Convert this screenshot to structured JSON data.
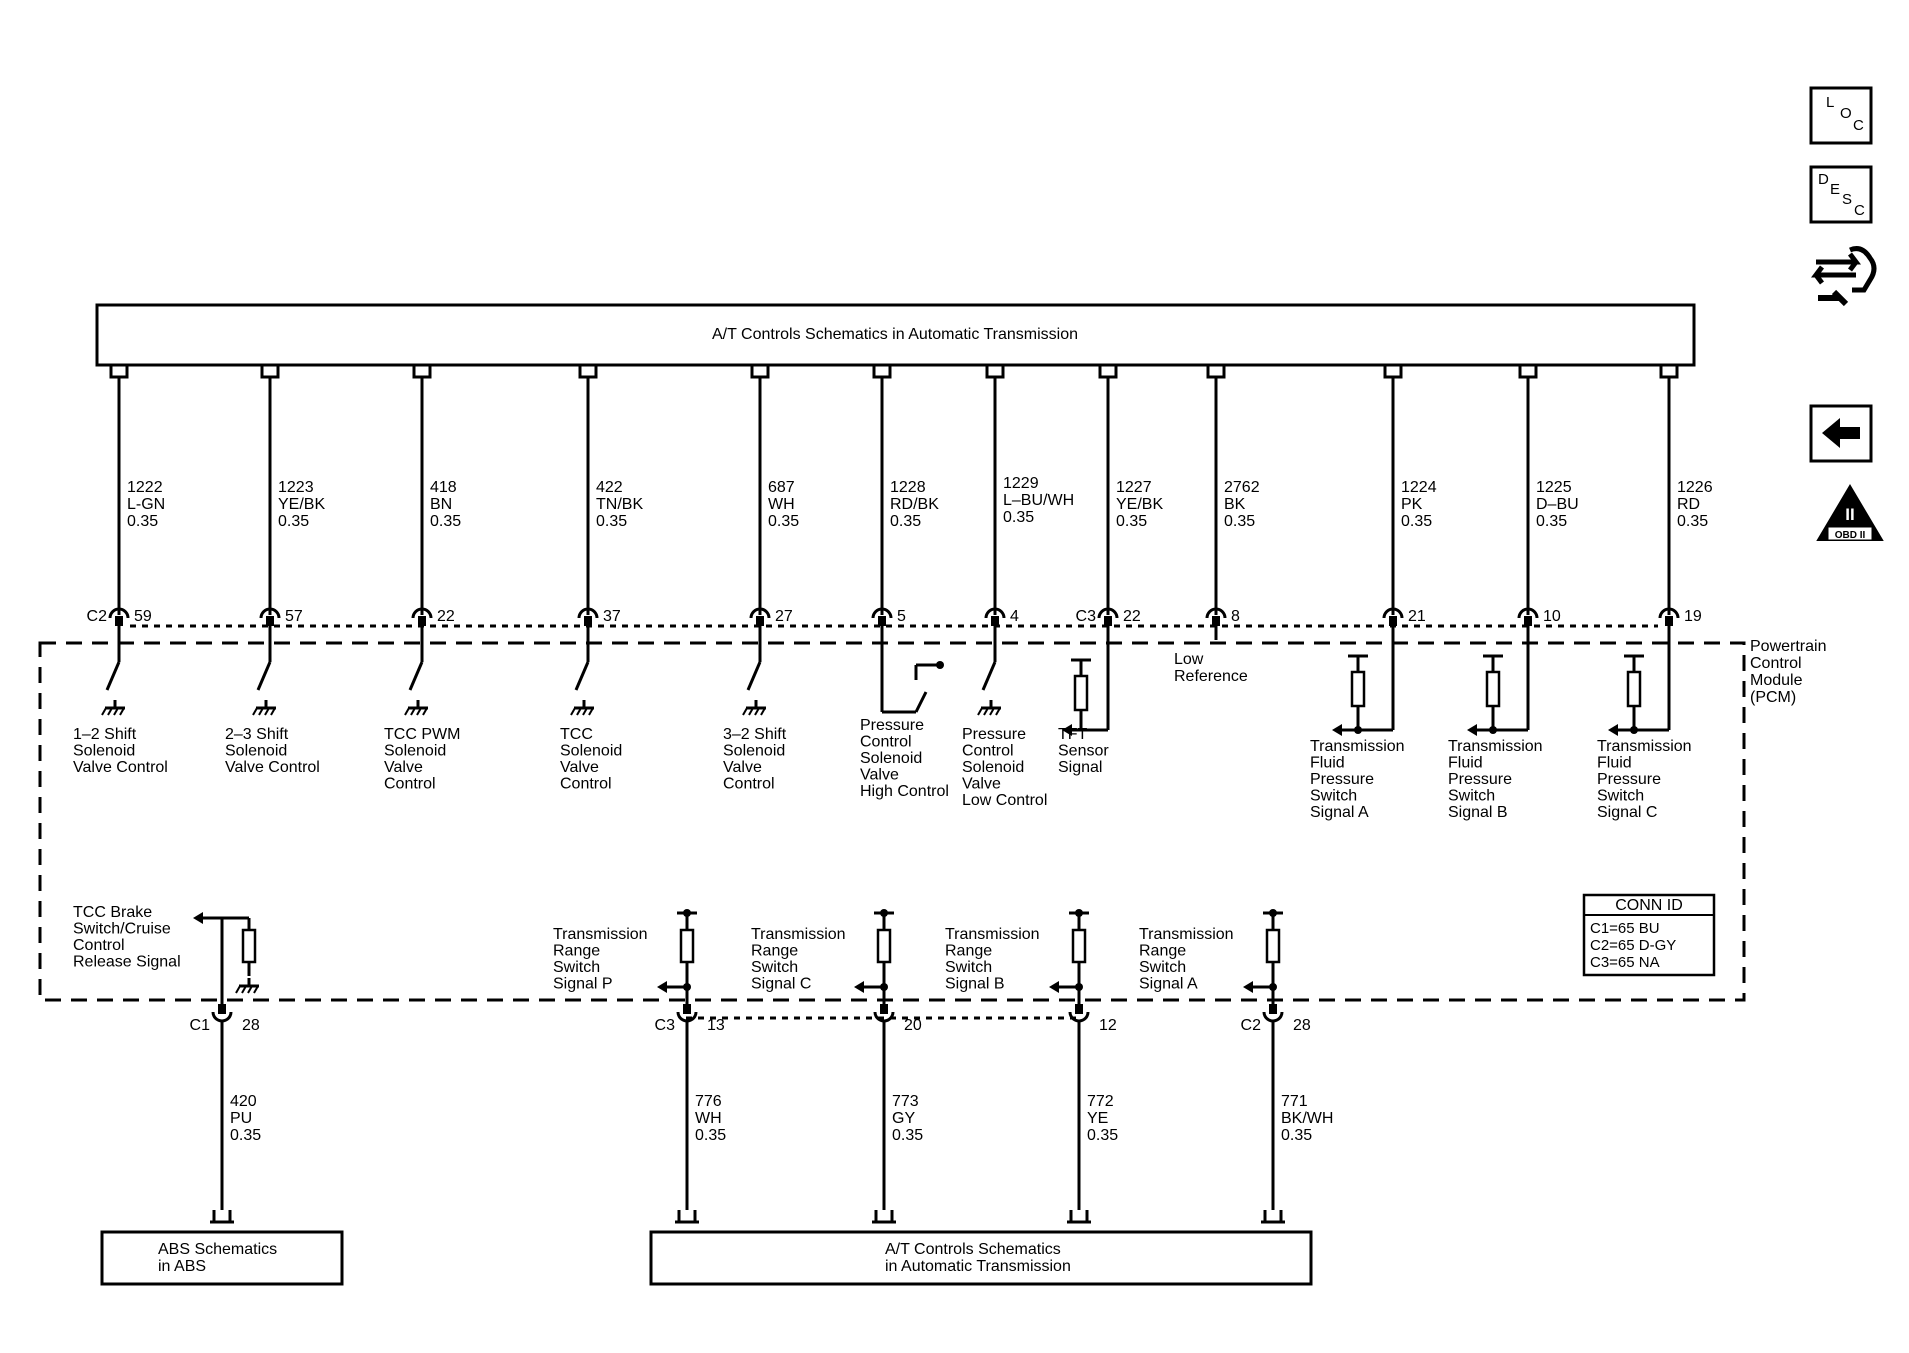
{
  "top_box": {
    "label": "A/T Controls Schematics in Automatic Transmission"
  },
  "bottom_abs": {
    "line1": "ABS Schematics",
    "line2": "in ABS"
  },
  "bottom_at": {
    "line1": "A/T Controls Schematics",
    "line2": "in Automatic Transmission"
  },
  "module": {
    "label": [
      "Powertrain",
      "Control",
      "Module",
      "(PCM)"
    ]
  },
  "low_reference": [
    "Low",
    "Reference"
  ],
  "conn_id": {
    "title": "CONN ID",
    "rows": [
      "C1=65 BU",
      "C2=65 D-GY",
      "C3=65 NA"
    ]
  },
  "nav": {
    "loc": [
      "L",
      "O",
      "C"
    ],
    "desc": [
      "D",
      "E",
      "S",
      "C"
    ],
    "obd_numeral": "II",
    "obd_label": "OBD II"
  },
  "top_circuits": [
    {
      "circuit": "1222",
      "color": "L-GN",
      "gauge": "0.35",
      "conn": "C2",
      "pin": "59",
      "label": [
        "1–2 Shift",
        "Solenoid",
        "Valve Control"
      ]
    },
    {
      "circuit": "1223",
      "color": "YE/BK",
      "gauge": "0.35",
      "conn": "",
      "pin": "57",
      "label": [
        "2–3 Shift",
        "Solenoid",
        "Valve Control"
      ]
    },
    {
      "circuit": "418",
      "color": "BN",
      "gauge": "0.35",
      "conn": "",
      "pin": "22",
      "label": [
        "TCC PWM",
        "Solenoid",
        "Valve",
        "Control"
      ]
    },
    {
      "circuit": "422",
      "color": "TN/BK",
      "gauge": "0.35",
      "conn": "",
      "pin": "37",
      "label": [
        "TCC",
        "Solenoid",
        "Valve",
        "Control"
      ]
    },
    {
      "circuit": "687",
      "color": "WH",
      "gauge": "0.35",
      "conn": "",
      "pin": "27",
      "label": [
        "3–2 Shift",
        "Solenoid",
        "Valve",
        "Control"
      ]
    },
    {
      "circuit": "1228",
      "color": "RD/BK",
      "gauge": "0.35",
      "conn": "",
      "pin": "5",
      "label": [
        "Pressure",
        "Control",
        "Solenoid",
        "Valve",
        "High Control"
      ]
    },
    {
      "circuit": "1229",
      "color": "L–BU/WH",
      "gauge": "0.35",
      "conn": "",
      "pin": "4",
      "label": [
        "Pressure",
        "Control",
        "Solenoid",
        "Valve",
        "Low Control"
      ]
    },
    {
      "circuit": "1227",
      "color": "YE/BK",
      "gauge": "0.35",
      "conn": "C3",
      "pin": "22",
      "label": [
        "TFT",
        "Sensor",
        "Signal"
      ]
    },
    {
      "circuit": "2762",
      "color": "BK",
      "gauge": "0.35",
      "conn": "",
      "pin": "8",
      "label": []
    },
    {
      "circuit": "1224",
      "color": "PK",
      "gauge": "0.35",
      "conn": "",
      "pin": "21",
      "label": [
        "Transmission",
        "Fluid",
        "Pressure",
        "Switch",
        "Signal A"
      ]
    },
    {
      "circuit": "1225",
      "color": "D–BU",
      "gauge": "0.35",
      "conn": "",
      "pin": "10",
      "label": [
        "Transmission",
        "Fluid",
        "Pressure",
        "Switch",
        "Signal B"
      ]
    },
    {
      "circuit": "1226",
      "color": "RD",
      "gauge": "0.35",
      "conn": "",
      "pin": "19",
      "label": [
        "Transmission",
        "Fluid",
        "Pressure",
        "Switch",
        "Signal C"
      ]
    }
  ],
  "bottom_circuits": [
    {
      "circuit": "420",
      "color": "PU",
      "gauge": "0.35",
      "conn": "C1",
      "pin": "28",
      "label": [
        "TCC Brake",
        "Switch/Cruise",
        "Control",
        "Release Signal"
      ]
    },
    {
      "circuit": "776",
      "color": "WH",
      "gauge": "0.35",
      "conn": "C3",
      "pin": "13",
      "label": [
        "Transmission",
        "Range",
        "Switch",
        "Signal P"
      ]
    },
    {
      "circuit": "773",
      "color": "GY",
      "gauge": "0.35",
      "conn": "",
      "pin": "20",
      "label": [
        "Transmission",
        "Range",
        "Switch",
        "Signal C"
      ]
    },
    {
      "circuit": "772",
      "color": "YE",
      "gauge": "0.35",
      "conn": "",
      "pin": "12",
      "label": [
        "Transmission",
        "Range",
        "Switch",
        "Signal B"
      ]
    },
    {
      "circuit": "771",
      "color": "BK/WH",
      "gauge": "0.35",
      "conn": "C2",
      "pin": "28",
      "label": [
        "Transmission",
        "Range",
        "Switch",
        "Signal A"
      ]
    }
  ]
}
